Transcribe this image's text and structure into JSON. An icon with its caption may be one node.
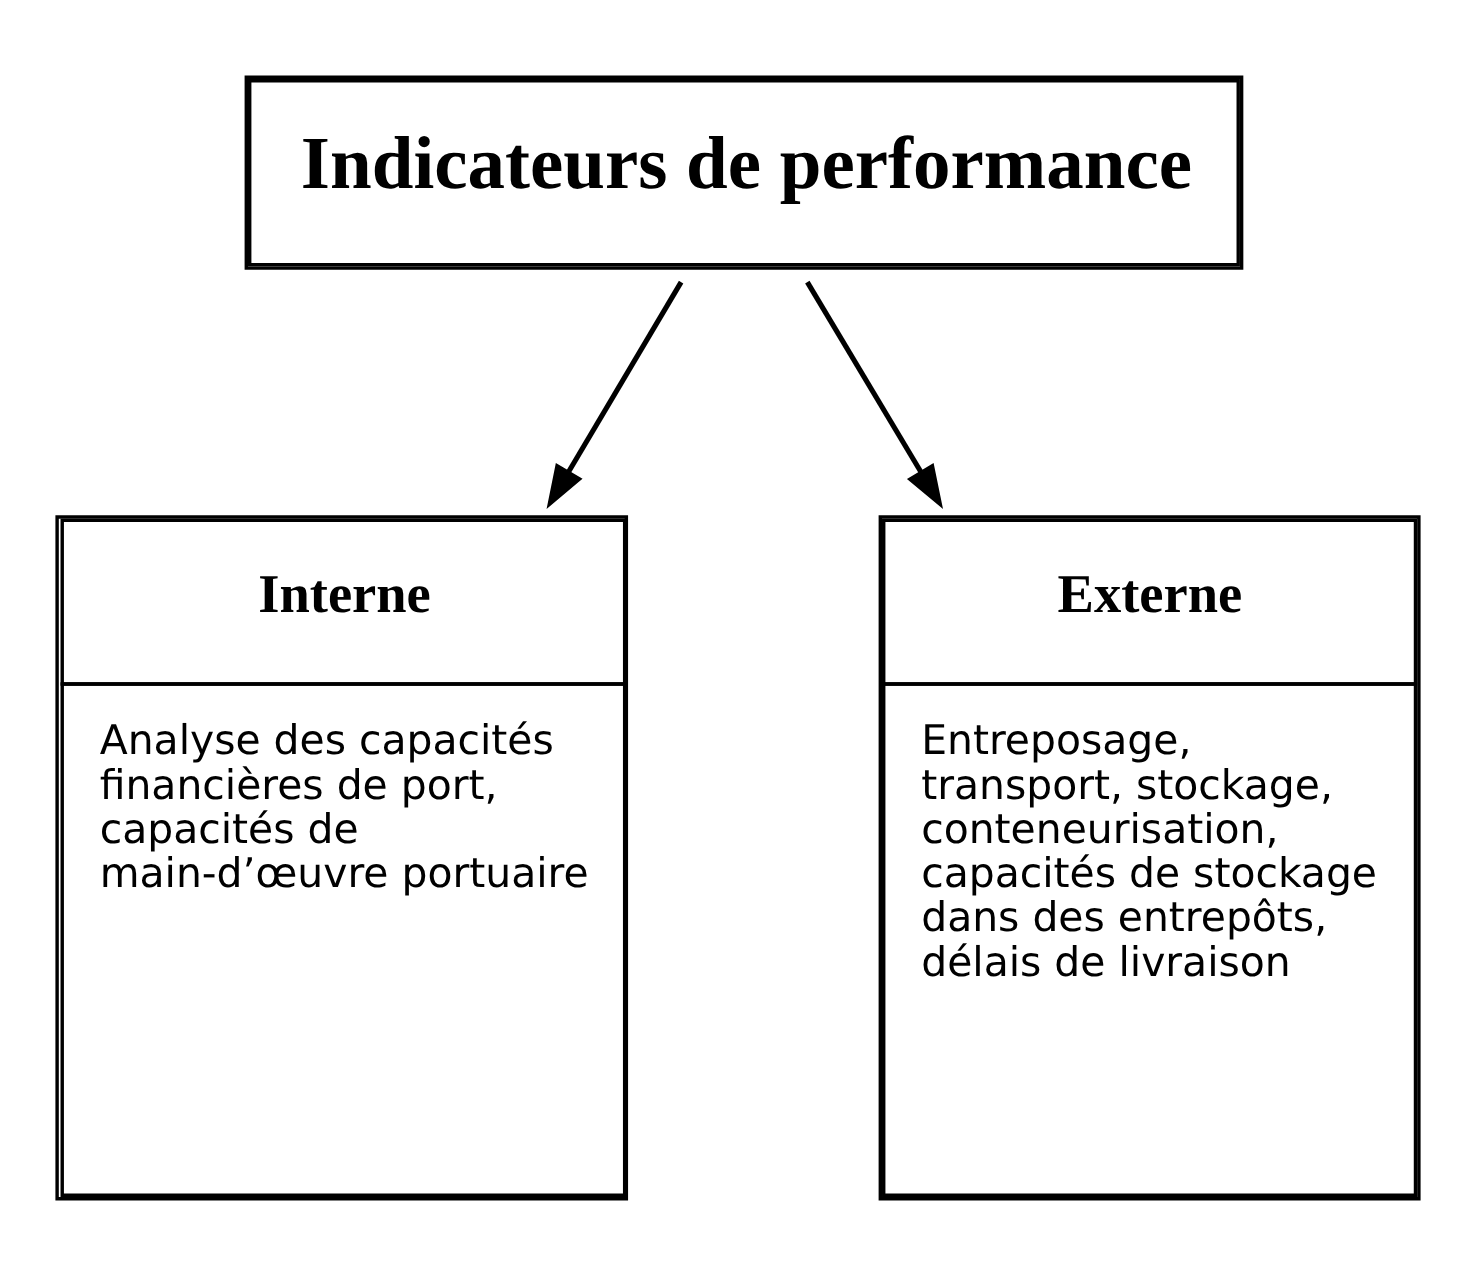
{
  "diagram": {
    "nodes": [
      {
        "text": [
          "Indicateurs de performance"
        ]
      },
      {
        "text": [
          "Interne",
          "Analyse des capacités financières de port, capacités de main-d’œuvre portuaire"
        ]
      },
      {
        "text": [
          "Externe",
          "Entreposage, transport, stockage, conteneurisation, capacités de stockage dans des entrepôts, délais de livraison"
        ]
      }
    ],
    "edges": [
      {
        "from": 0,
        "to": 1,
        "arrow": "to"
      },
      {
        "from": 0,
        "to": 2,
        "arrow": "to"
      }
    ]
  }
}
